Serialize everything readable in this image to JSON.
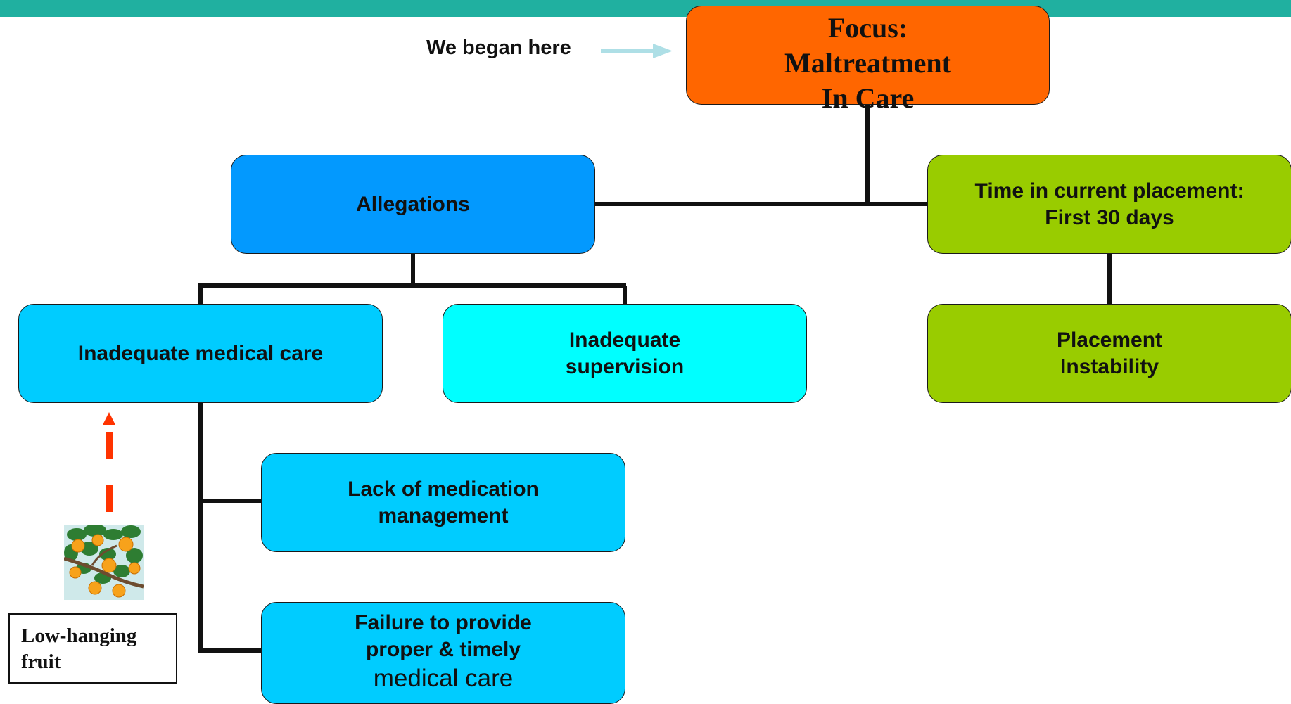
{
  "focus": {
    "line1": "Focus:",
    "line2": "Maltreatment",
    "line3": "In Care"
  },
  "began_label": "We began here",
  "allegations": "Allegations",
  "time_placement": {
    "line1": "Time in current placement:",
    "line2": "First 30 days"
  },
  "inadequate_medical": "Inadequate medical care",
  "inadequate_supervision": {
    "line1": "Inadequate",
    "line2": "supervision"
  },
  "placement_instability": {
    "line1": "Placement",
    "line2": "Instability"
  },
  "lack_medication": {
    "line1": "Lack of medication",
    "line2": "management"
  },
  "failure_provide": {
    "line1": "Failure to provide",
    "line2": "proper & timely",
    "line3": "medical care"
  },
  "low_hanging": {
    "line1": "Low-hanging",
    "line2": "fruit"
  },
  "colors": {
    "top_bar": "#20b0a0",
    "focus": "#ff6600",
    "allegations": "#0399fe",
    "medical": "#00ccff",
    "supervision": "#00ffff",
    "placement": "#99cc00",
    "dashed_arrow": "#ff3300",
    "began_arrow": "#aedfe6"
  },
  "icons": {
    "fruit": "orange-tree-branch-image"
  }
}
